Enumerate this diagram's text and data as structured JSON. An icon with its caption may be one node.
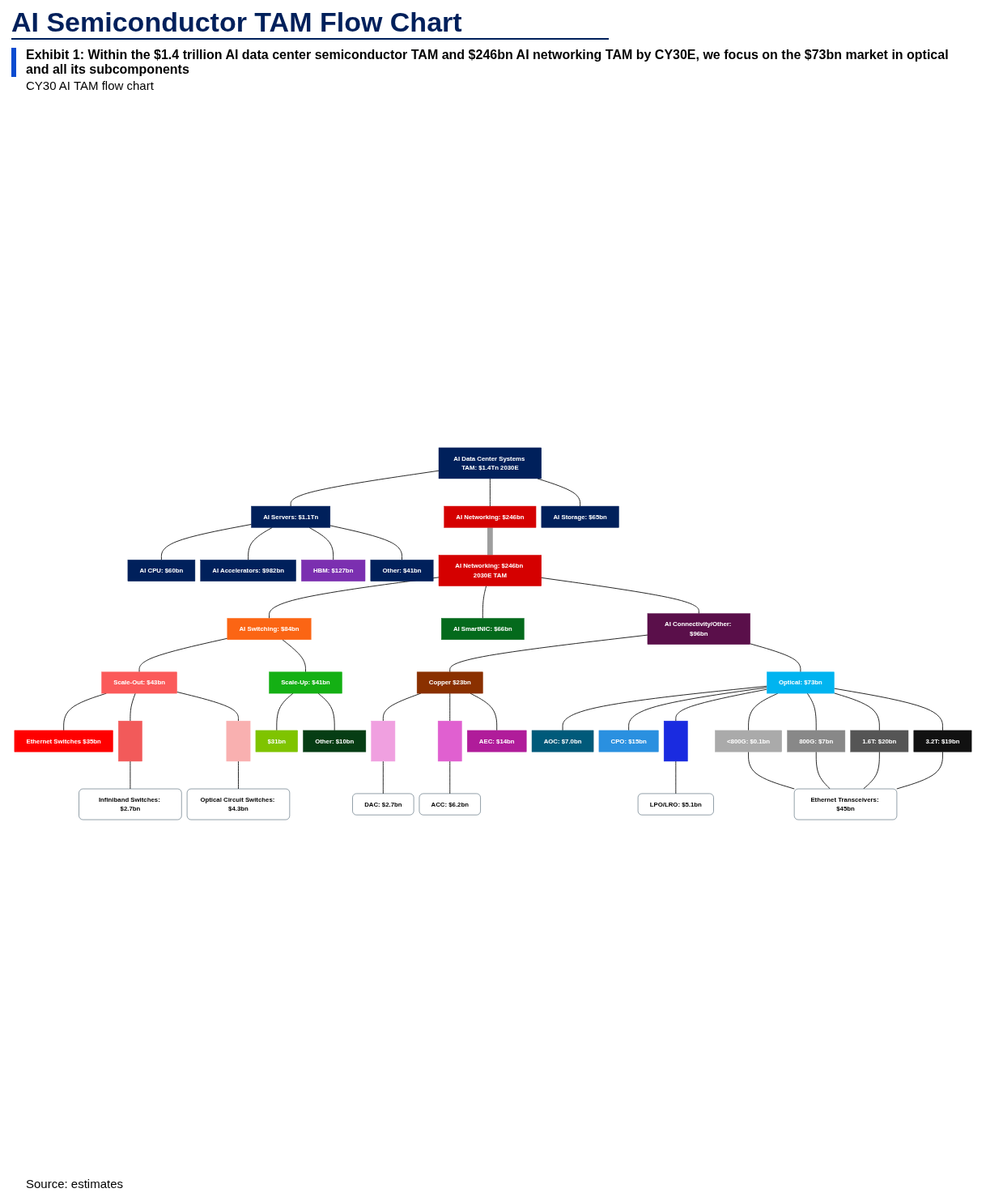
{
  "diagram": {
    "title": "AI Semiconductor TAM Flow Chart",
    "caption": "Exhibit 1: Within the $1.4 trillion AI data center semiconductor TAM and $246bn AI networking TAM by CY30E, we focus on the $73bn market in optical and all its subcomponents",
    "nodes": [
      {
        "text": [
          "AI Data Center Systems TAM: $1.4Tn 2030E"
        ]
      },
      {
        "text": [
          "AI Servers: $1.1Tn"
        ]
      },
      {
        "text": [
          "AI Networking: $246bn"
        ]
      },
      {
        "text": [
          "AI Storage: $65bn"
        ]
      },
      {
        "text": [
          "AI CPU: $60bn"
        ]
      },
      {
        "text": [
          "AI Accelerators: $982bn"
        ]
      },
      {
        "text": [
          "HBM: $127bn"
        ]
      },
      {
        "text": [
          "Other: $41bn"
        ]
      },
      {
        "text": [
          "AI Networking: $246bn 2030E TAM"
        ]
      },
      {
        "text": [
          "AI Switching: $84bn"
        ]
      },
      {
        "text": [
          "AI SmartNIC: $66bn"
        ]
      },
      {
        "text": [
          "AI Connectivity/Other: $96bn"
        ]
      },
      {
        "text": [
          "Scale-Out: $43bn"
        ]
      },
      {
        "text": [
          "Scale-Up: $41bn"
        ]
      },
      {
        "text": [
          "Copper $23bn"
        ]
      },
      {
        "text": [
          "Optical: $73bn"
        ]
      },
      {
        "text": [
          "Ethernet Switches $35bn"
        ]
      },
      {
        "text": [],
        "shape": "bar"
      },
      {
        "text": [],
        "shape": "bar"
      },
      {
        "text": [
          "$31bn"
        ]
      },
      {
        "text": [
          "Other: $10bn"
        ]
      },
      {
        "text": [],
        "shape": "bar"
      },
      {
        "text": [],
        "shape": "bar"
      },
      {
        "text": [
          "AEC: $14bn"
        ]
      },
      {
        "text": [
          "AOC: $7.0bn"
        ]
      },
      {
        "text": [
          "CPO: $15bn"
        ]
      },
      {
        "text": [],
        "shape": "bar"
      },
      {
        "text": [
          "<800G: $0.1bn"
        ]
      },
      {
        "text": [
          "800G: $7bn"
        ]
      },
      {
        "text": [
          "1.6T: $20bn"
        ]
      },
      {
        "text": [
          "3.2T: $19bn"
        ]
      },
      {
        "text": [
          "Ethernet Transceivers: $45bn"
        ]
      },
      {
        "text": [
          "Infiniband Switches: $2.7bn"
        ]
      },
      {
        "text": [
          "Optical Circuit Switches: $4.3bn"
        ]
      },
      {
        "text": [
          "DAC: $2.7bn"
        ]
      },
      {
        "text": [
          "ACC: $6.2bn"
        ]
      },
      {
        "text": [
          "LPO/LRO: $5.1bn"
        ]
      }
    ],
    "edges": [
      {
        "from": 0,
        "to": 1,
        "arrow": "none"
      },
      {
        "from": 0,
        "to": 2,
        "arrow": "none"
      },
      {
        "from": 0,
        "to": 3,
        "arrow": "none"
      },
      {
        "from": 1,
        "to": 4,
        "arrow": "none"
      },
      {
        "from": 1,
        "to": 5,
        "arrow": "none"
      },
      {
        "from": 1,
        "to": 6,
        "arrow": "none"
      },
      {
        "from": 1,
        "to": 7,
        "arrow": "none"
      },
      {
        "from": 2,
        "to": 8,
        "arrow": "none",
        "style": "thick",
        "color": "#9e9e9e"
      },
      {
        "from": 8,
        "to": 9,
        "arrow": "none"
      },
      {
        "from": 8,
        "to": 10,
        "arrow": "none"
      },
      {
        "from": 8,
        "to": 11,
        "arrow": "none"
      },
      {
        "from": 9,
        "to": 12,
        "arrow": "none"
      },
      {
        "from": 9,
        "to": 13,
        "arrow": "none"
      },
      {
        "from": 11,
        "to": 14,
        "arrow": "none"
      },
      {
        "from": 11,
        "to": 15,
        "arrow": "none"
      },
      {
        "from": 12,
        "to": 16,
        "arrow": "none"
      },
      {
        "from": 12,
        "to": 17,
        "arrow": "none"
      },
      {
        "from": 12,
        "to": 18,
        "arrow": "none"
      },
      {
        "from": 13,
        "to": 19,
        "arrow": "none"
      },
      {
        "from": 13,
        "to": 20,
        "arrow": "none"
      },
      {
        "from": 14,
        "to": 21,
        "arrow": "none"
      },
      {
        "from": 14,
        "to": 22,
        "arrow": "none"
      },
      {
        "from": 14,
        "to": 23,
        "arrow": "none"
      },
      {
        "from": 15,
        "to": 24,
        "arrow": "none"
      },
      {
        "from": 15,
        "to": 25,
        "arrow": "none"
      },
      {
        "from": 15,
        "to": 26,
        "arrow": "none"
      },
      {
        "from": 15,
        "to": 27,
        "arrow": "none"
      },
      {
        "from": 15,
        "to": 28,
        "arrow": "none"
      },
      {
        "from": 15,
        "to": 29,
        "arrow": "none"
      },
      {
        "from": 15,
        "to": 30,
        "arrow": "none"
      },
      {
        "from": 27,
        "to": 31,
        "arrow": "none"
      },
      {
        "from": 28,
        "to": 31,
        "arrow": "none"
      },
      {
        "from": 29,
        "to": 31,
        "arrow": "none"
      },
      {
        "from": 30,
        "to": 31,
        "arrow": "none"
      },
      {
        "from": 17,
        "to": 32,
        "arrow": "none"
      },
      {
        "from": 18,
        "to": 33,
        "arrow": "none"
      },
      {
        "from": 21,
        "to": 34,
        "arrow": "none"
      },
      {
        "from": 22,
        "to": 35,
        "arrow": "none"
      },
      {
        "from": 26,
        "to": 36,
        "arrow": "none"
      }
    ],
    "labels": [
      "CY30 AI TAM flow chart",
      "Source: estimates"
    ]
  }
}
